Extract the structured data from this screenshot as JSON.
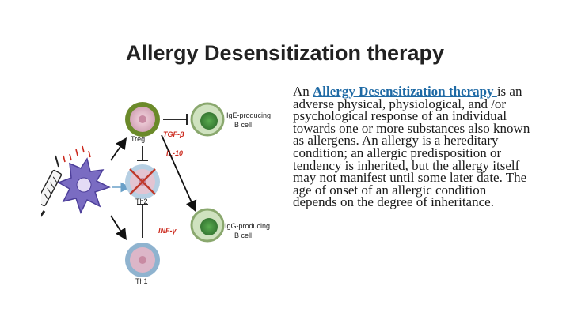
{
  "slide": {
    "title": "Allergy Desensitization therapy",
    "paragraph": {
      "intro": "An ",
      "link_text": "Allergy Desensitization therapy ",
      "rest": "is an adverse physical, physiological, and /or psychological response of an individual towards one or more substances also known as allergens. An allergy is a hereditary condition; an allergic predisposition or tendency is inherited, but the allergy itself may not manifest until some later date.  The age of onset of an allergic condition depends on the degree of inheritance."
    }
  },
  "diagram": {
    "cells": {
      "treg": "Treg",
      "th2": "Th2",
      "th1": "Th1",
      "ige_line1": "IgE-producing",
      "ige_line2": "B cell",
      "igg_line1": "IgG-producing",
      "igg_line2": "B cell"
    },
    "cytokines": {
      "tgf": "TGF-β",
      "il10": "IL-10",
      "infg": "INF-γ"
    },
    "colors": {
      "treg_ring": "#6b8a2a",
      "treg_fill": "#e9c2cf",
      "th_ring": "#8fb3cf",
      "th_fill": "#dcb6c8",
      "b_ring": "#7fa060",
      "b_fill": "#3e8a3a",
      "cytokine_red": "#cc2b1f",
      "cross_red": "#c0392b",
      "dendritic": "#7a6cc2",
      "link_blue": "#1f6aa5"
    }
  }
}
